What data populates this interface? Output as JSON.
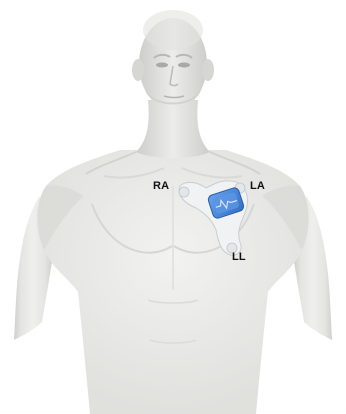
{
  "labels": {
    "ra": "RA",
    "la": "LA",
    "ll": "LL"
  },
  "colors": {
    "background": "#ffffff",
    "body": "#e6e6e4",
    "patch": "#f1f2f3",
    "device": "#4a86d8",
    "label_text": "#111111"
  },
  "icons": {
    "mannequin": "human-torso-illustration",
    "patch": "three-lead-ecg-patch",
    "device": "ecg-monitor-device"
  }
}
